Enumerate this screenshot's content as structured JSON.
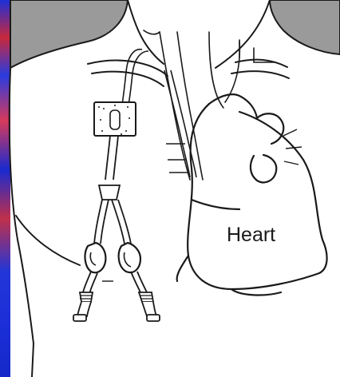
{
  "labels": {
    "heart": "Heart"
  },
  "colors": {
    "background": "#ffffff",
    "line": "#1a1a1a",
    "shade": "#9a9a9a",
    "left_strip_blue": "#1c2fd8",
    "left_strip_red": "#c8283c"
  },
  "icons": {
    "catheter": "tunneled-catheter-illustration",
    "heart": "heart-illustration"
  }
}
